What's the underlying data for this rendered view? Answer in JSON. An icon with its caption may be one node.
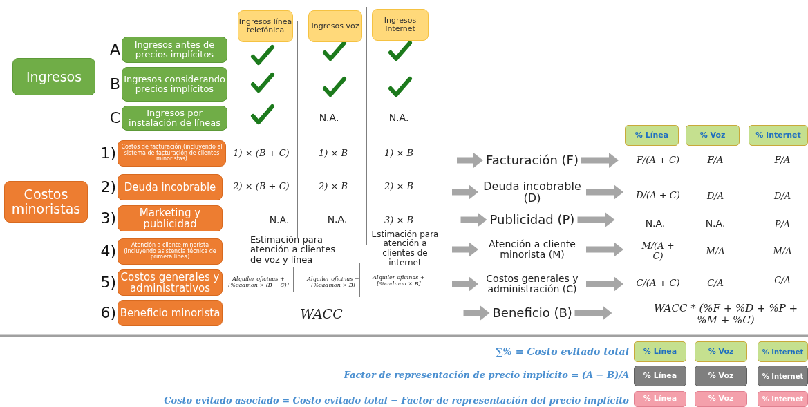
{
  "diagram": {
    "nodes": [
      {
        "text": [
          "Ingresos"
        ]
      },
      {
        "text": [
          "Ingresos antes de precios implícitos"
        ],
        "beside": [
          "A"
        ]
      },
      {
        "text": [
          "Ingresos considerando precios implícitos"
        ],
        "beside": [
          "B"
        ]
      },
      {
        "text": [
          "Ingresos por instalación de líneas"
        ],
        "beside": [
          "C"
        ]
      },
      {
        "text": [
          "Ingresos línea telefónica"
        ]
      },
      {
        "text": [
          "Ingresos voz"
        ]
      },
      {
        "text": [
          "Ingresos Internet"
        ]
      },
      {
        "text": [
          "Costos minoristas"
        ]
      },
      {
        "text": [
          "Costos de facturación (incluyendo el sistema de facturación de clientes minoristas)"
        ],
        "beside": [
          "1)"
        ]
      },
      {
        "text": [
          "Deuda incobrable"
        ],
        "beside": [
          "2)"
        ]
      },
      {
        "text": [
          "Marketing y publicidad"
        ],
        "beside": [
          "3)"
        ]
      },
      {
        "text": [
          "Atención a cliente minorista (incluyendo asistencia técnica de primera línea)"
        ],
        "beside": [
          "4)"
        ]
      },
      {
        "text": [
          "Costos generales y administrativos"
        ],
        "beside": [
          "5)"
        ]
      },
      {
        "text": [
          "Beneficio minorista"
        ],
        "beside": [
          "6)"
        ]
      },
      {
        "text": [
          "Facturación (F)"
        ]
      },
      {
        "text": [
          "Deuda incobrable (D)"
        ]
      },
      {
        "text": [
          "Publicidad (P)"
        ]
      },
      {
        "text": [
          "Atención a cliente minorista (M)"
        ]
      },
      {
        "text": [
          "Costos generales y administración (C)"
        ]
      },
      {
        "text": [
          "Beneficio (B)"
        ]
      },
      {
        "text": [
          "% Línea"
        ]
      },
      {
        "text": [
          "% Voz"
        ]
      },
      {
        "text": [
          "% Internet"
        ]
      },
      {
        "text": [
          "% Línea"
        ]
      },
      {
        "text": [
          "% Voz"
        ]
      },
      {
        "text": [
          "% Internet"
        ]
      },
      {
        "text": [
          "% Línea"
        ]
      },
      {
        "text": [
          "% Voz"
        ]
      },
      {
        "text": [
          "% Internet"
        ]
      },
      {
        "text": [
          "% Línea"
        ]
      },
      {
        "text": [
          "% Voz"
        ]
      },
      {
        "text": [
          "% Internet"
        ]
      }
    ],
    "edges": [
      {
        "from": null,
        "to": 14,
        "arrow": "to"
      },
      {
        "from": 14,
        "to": null,
        "arrow": "to"
      },
      {
        "from": null,
        "to": 15,
        "arrow": "to"
      },
      {
        "from": 15,
        "to": null,
        "arrow": "to"
      },
      {
        "from": null,
        "to": 16,
        "arrow": "to"
      },
      {
        "from": 16,
        "to": null,
        "arrow": "to"
      },
      {
        "from": null,
        "to": 17,
        "arrow": "to"
      },
      {
        "from": 17,
        "to": null,
        "arrow": "to"
      },
      {
        "from": null,
        "to": 18,
        "arrow": "to"
      },
      {
        "from": 18,
        "to": null,
        "arrow": "to"
      },
      {
        "from": null,
        "to": 19,
        "arrow": "to"
      },
      {
        "from": 19,
        "to": null,
        "arrow": "to"
      }
    ],
    "labels": [
      "N.A.",
      "N.A.",
      "1) × (B + C)",
      "1) × B",
      "1) × B",
      "2) × (B + C)",
      "2) × B",
      "2) × B",
      "N.A.",
      "N.A.",
      "3) × B",
      "Estimación para atención a clientes de voz y línea",
      "Estimación para atención a clientes de internet",
      "Alquiler oficinas + [%cadmon × (B + C)]",
      "Alquiler oficinas + [%cadmon × B]",
      "Alquiler oficinas + [%cadmon × B]",
      "WACC",
      "F/(A + C)",
      "F/A",
      "F/A",
      "D/(A + C)",
      "D/A",
      "D/A",
      "N.A.",
      "N.A.",
      "P/A",
      "M/(A + C)",
      "M/A",
      "M/A",
      "C/(A + C)",
      "C/A",
      "C/A",
      "WACC * (%F + %D + %P + %M + %C)",
      "∑% = Costo evitado total",
      "Factor de representación de precio implícito = (A − B)/A",
      "Costo evitado asociado = Costo evitado total − Factor de representación del precio implícito"
    ]
  }
}
